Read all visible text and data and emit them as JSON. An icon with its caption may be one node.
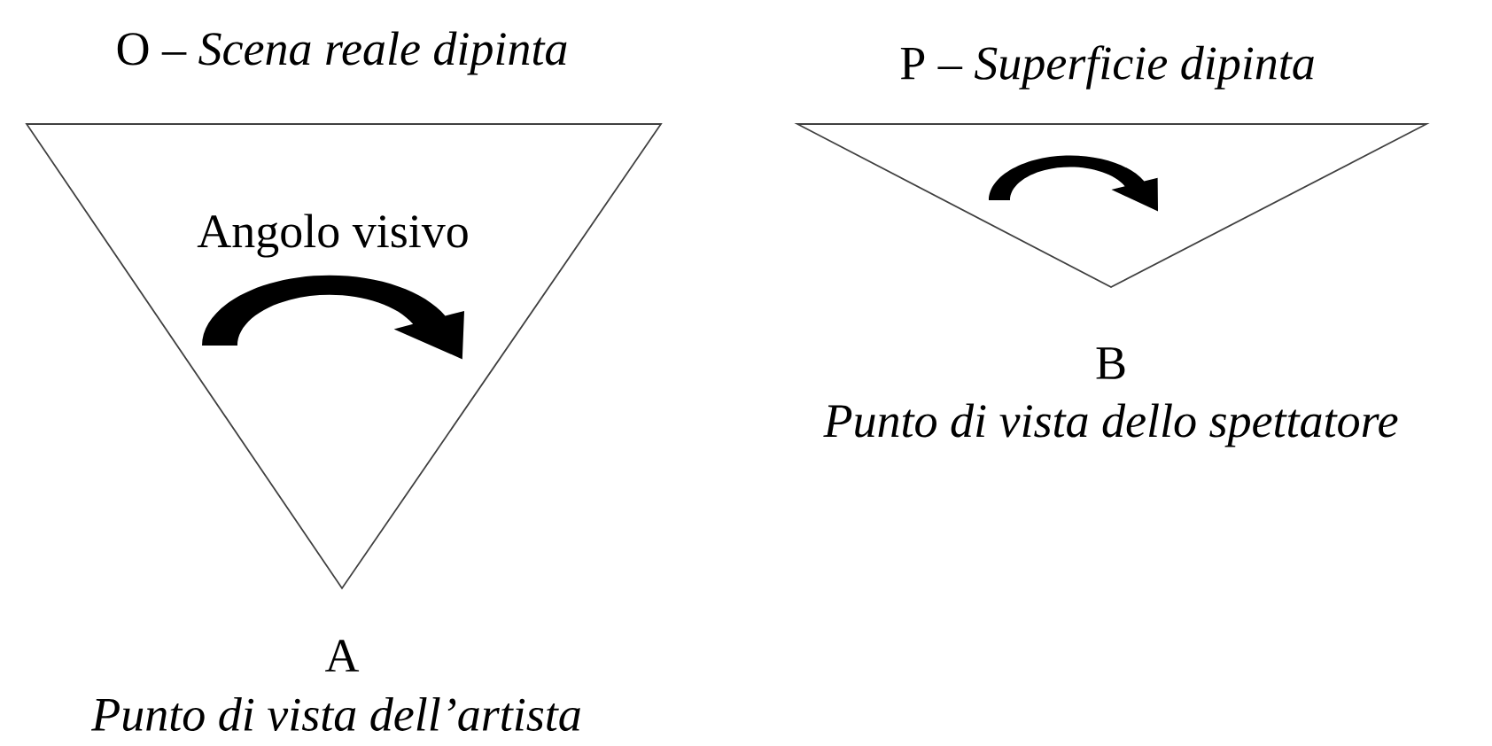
{
  "diagram": {
    "nodes": [
      {
        "text": [
          "O – *Scena reale dipinta*",
          "Angolo visivo"
        ],
        "beside": [
          "A",
          "Punto di vista dell’artista"
        ]
      },
      {
        "text": [
          "P – *Superficie dipinta*"
        ],
        "beside": [
          "B",
          "Punto di vista dello spettatore"
        ]
      }
    ]
  }
}
